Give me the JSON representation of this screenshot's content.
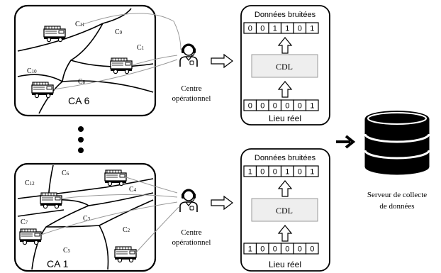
{
  "top": {
    "region_label": "CA 6",
    "cells": {
      "c11": {
        "main": "C",
        "sub": "11"
      },
      "c9": {
        "main": "C",
        "sub": "9"
      },
      "c1": {
        "main": "C",
        "sub": "1"
      },
      "c10": {
        "main": "C",
        "sub": "10"
      },
      "c8": {
        "main": "C",
        "sub": "8"
      }
    },
    "operator_label": [
      "Centre",
      "opérationnel"
    ],
    "panel": {
      "noisy_title": "Données bruitées",
      "noisy_bits": [
        "0",
        "0",
        "1",
        "1",
        "0",
        "1"
      ],
      "process_label": "CDL",
      "real_title": "Lieu réel",
      "real_bits": [
        "0",
        "0",
        "0",
        "0",
        "0",
        "1"
      ]
    }
  },
  "bottom": {
    "region_label": "CA 1",
    "cells": {
      "c12": {
        "main": "C",
        "sub": "12"
      },
      "c6": {
        "main": "C",
        "sub": "6"
      },
      "c4": {
        "main": "C",
        "sub": "4"
      },
      "c7": {
        "main": "C",
        "sub": "7"
      },
      "c3": {
        "main": "C",
        "sub": "3"
      },
      "c2": {
        "main": "C",
        "sub": "2"
      },
      "c5": {
        "main": "C",
        "sub": "5"
      }
    },
    "operator_label": [
      "Centre",
      "opérationnel"
    ],
    "panel": {
      "noisy_title": "Données bruitées",
      "noisy_bits": [
        "1",
        "0",
        "0",
        "1",
        "0",
        "1"
      ],
      "process_label": "CDL",
      "real_title": "Lieu réel",
      "real_bits": [
        "1",
        "0",
        "0",
        "0",
        "0",
        "0"
      ]
    }
  },
  "server": {
    "label": [
      "Serveur de collecte",
      "de données"
    ]
  },
  "colors": {
    "stroke": "#000000",
    "fill_light": "#eeeeee",
    "truck_red": "#ffffff"
  },
  "icons": [
    "fire-truck-icon",
    "operator-headset-icon",
    "database-icon",
    "arrow-right-icon",
    "arrow-up-icon"
  ]
}
